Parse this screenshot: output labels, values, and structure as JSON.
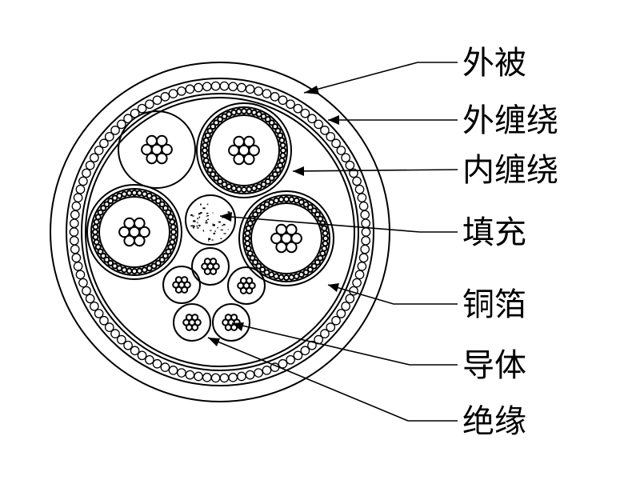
{
  "diagram": {
    "labels": [
      {
        "id": "outer-sheath",
        "text": "外被"
      },
      {
        "id": "outer-wrap",
        "text": "外缠绕"
      },
      {
        "id": "inner-wrap",
        "text": "内缠绕"
      },
      {
        "id": "filler",
        "text": "填充"
      },
      {
        "id": "copper-foil",
        "text": "铜箔"
      },
      {
        "id": "conductor",
        "text": "导体"
      },
      {
        "id": "insulation",
        "text": "绝缘"
      }
    ],
    "colors": {
      "stroke": "#000000",
      "background": "#ffffff"
    }
  }
}
